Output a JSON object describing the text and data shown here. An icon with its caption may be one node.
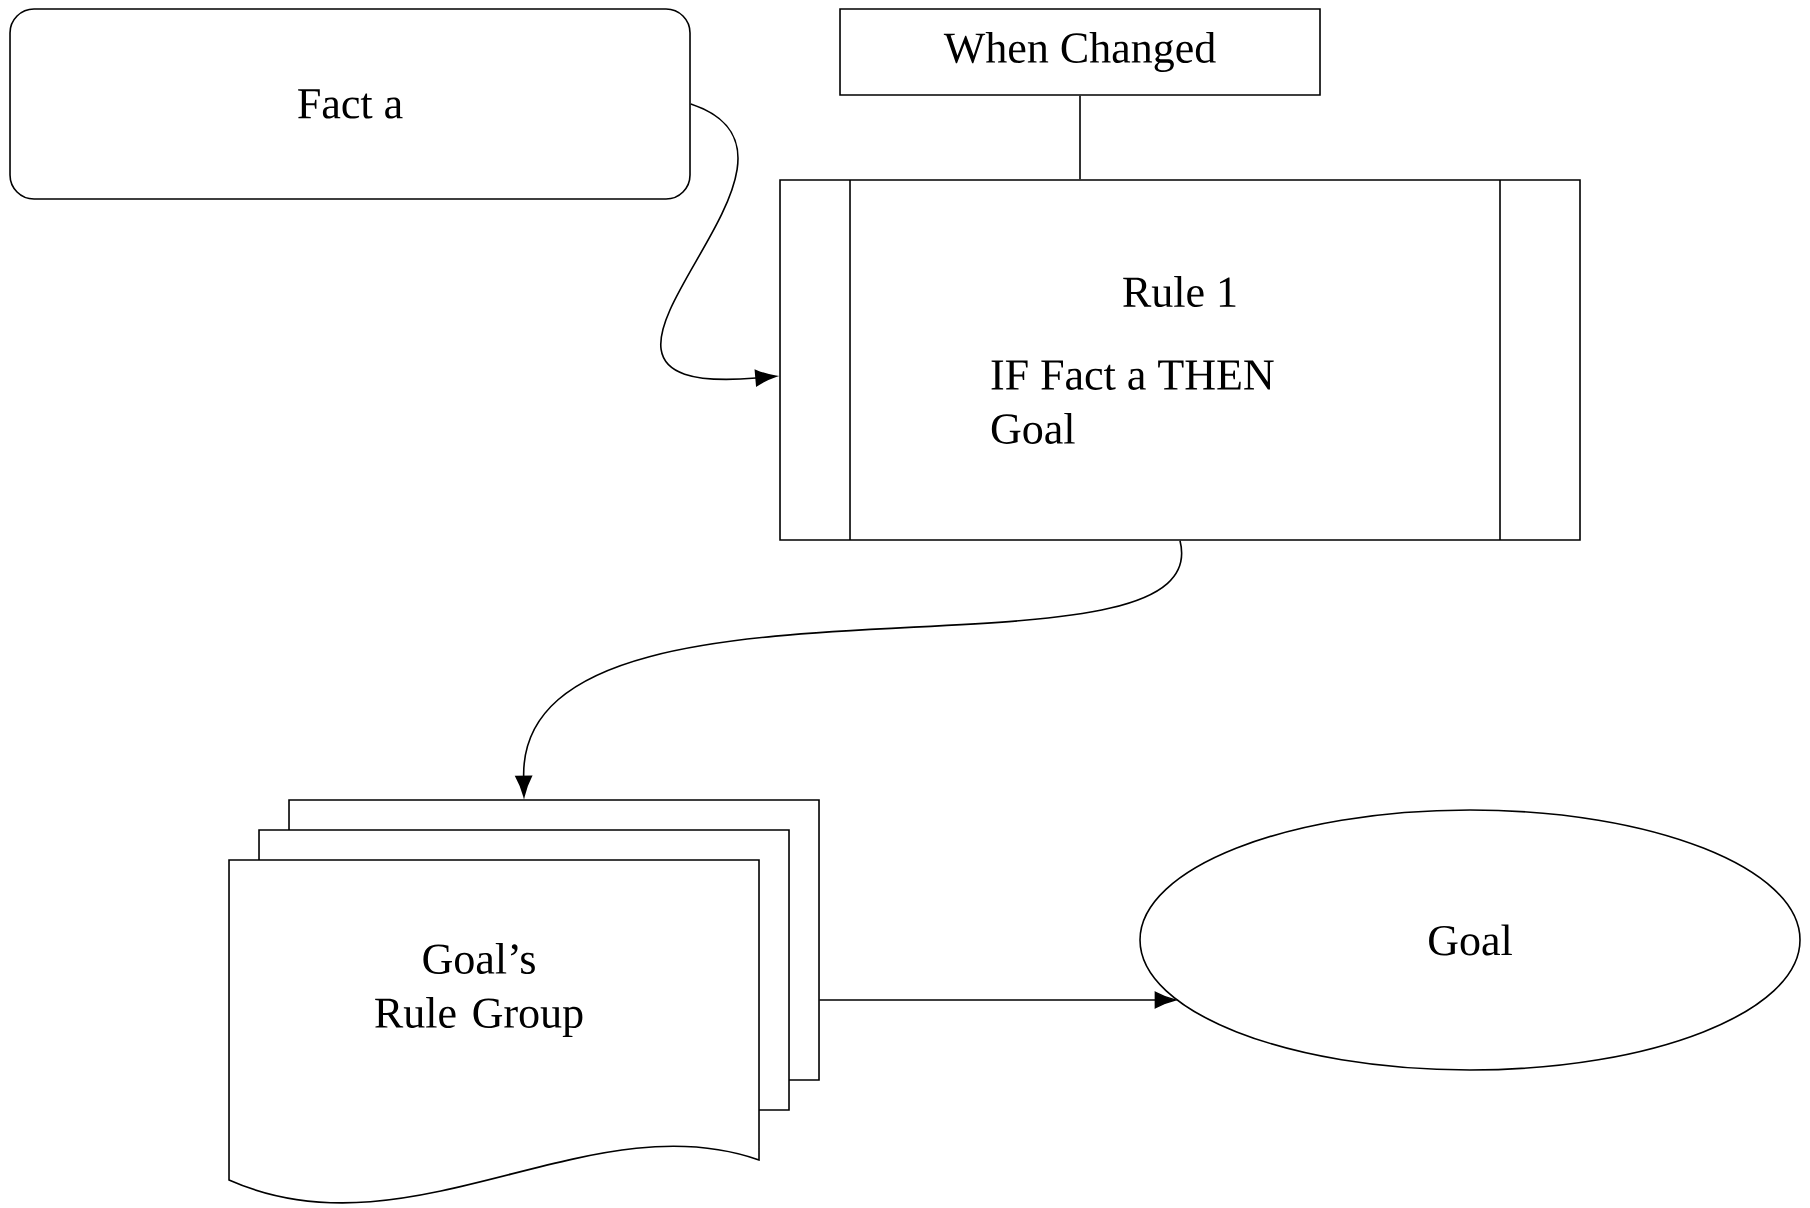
{
  "diagram": {
    "nodes": [
      {
        "text": [
          "Fact a"
        ]
      },
      {
        "text": [
          "When Changed"
        ]
      },
      {
        "text": [
          "Rule 1",
          "IF Fact a THEN Goal"
        ]
      },
      {
        "text": [
          "Goal’s Rule Group"
        ]
      },
      {
        "text": [
          "Goal"
        ]
      }
    ],
    "edges": [
      {
        "from": 0,
        "to": 2,
        "arrow": "to"
      },
      {
        "from": 1,
        "to": 2,
        "arrow": "none"
      },
      {
        "from": 2,
        "to": 3,
        "arrow": "to"
      },
      {
        "from": 3,
        "to": 4,
        "arrow": "to"
      }
    ]
  }
}
